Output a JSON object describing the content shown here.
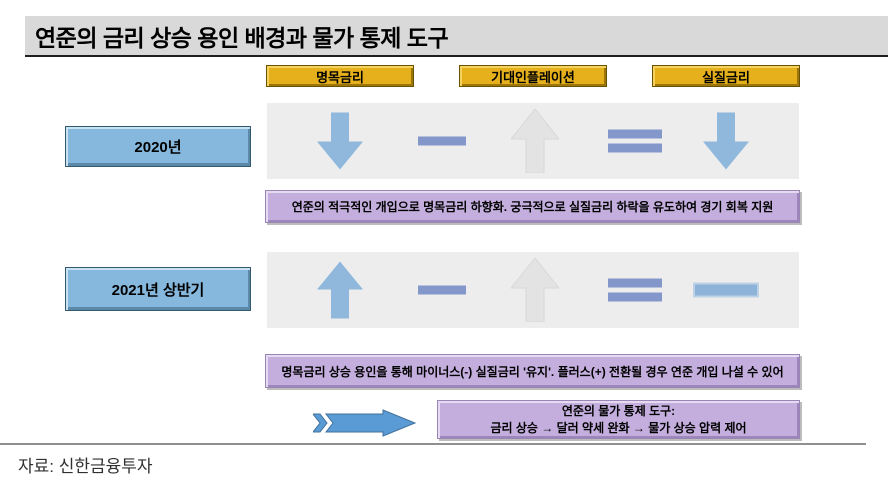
{
  "title": "연준의 금리 상승 용인 배경과 물가 통제 도구",
  "columns": [
    {
      "label": "명목금리"
    },
    {
      "label": "기대인플레이션"
    },
    {
      "label": "실질금리"
    }
  ],
  "rows": [
    {
      "label": "2020년",
      "indicators": [
        "down-blue-arrow",
        "minus",
        "up-gray-arrow",
        "equals",
        "down-blue-arrow"
      ],
      "note": "연준의 적극적인 개입으로 명목금리 하향화. 궁극적으로 실질금리 하락을 유도하여 경기 회복 지원"
    },
    {
      "label": "2021년 상반기",
      "indicators": [
        "up-blue-arrow",
        "minus",
        "up-gray-arrow",
        "equals",
        "flat-blue-bar"
      ],
      "note": "명목금리 상승 용인을 통해 마이너스(-) 실질금리 '유지'. 플러스(+) 전환될 경우 연준 개입 나설 수 있어"
    }
  ],
  "conclusion": {
    "line1": "연준의 물가 통제 도구:",
    "line2": "금리 상승 → 달러 약세 완화 → 물가 상승 압력 제어"
  },
  "source": "자료: 신한금융투자",
  "colors": {
    "header_gold": "#e5b01b",
    "year_blue": "#85b8dc",
    "panel_gray": "#ededed",
    "arrow_blue": "#8fb8dc",
    "arrow_gray": "#e3e3e3",
    "connector_blue": "#8497cb",
    "note_purple": "#c3aedd",
    "flow_arrow_blue": "#5b9bd5",
    "title_band_gray": "#d9d9d9"
  }
}
